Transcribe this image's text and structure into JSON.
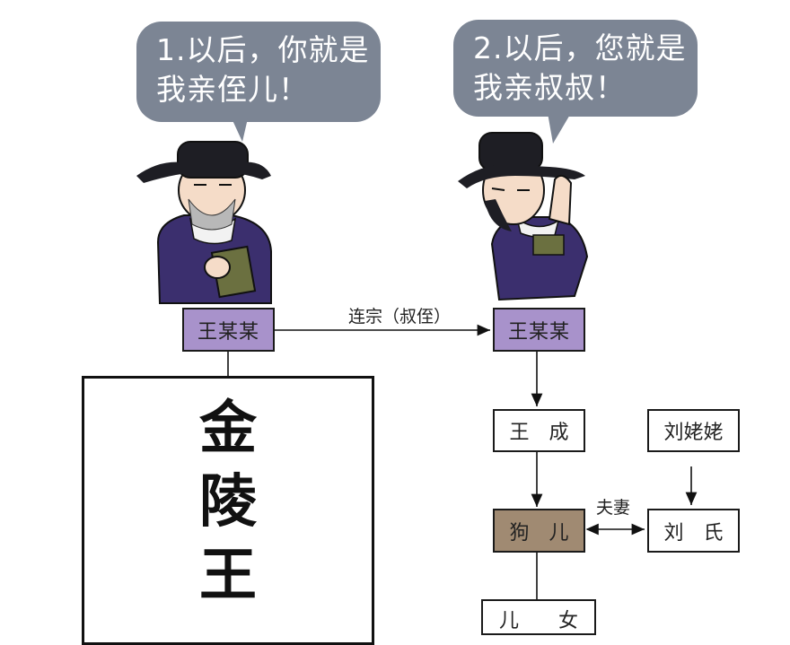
{
  "bubbles": {
    "left": {
      "line1": "1.以后，你就是",
      "line2": "我亲侄儿！"
    },
    "right": {
      "line1": "2.以后，您就是",
      "line2": "我亲叔叔！"
    }
  },
  "nodes": {
    "wang_left": "王某某",
    "wang_right": "王某某",
    "wang_cheng": "王　成",
    "liu_laolao": "刘姥姥",
    "gou_er": "狗　儿",
    "liu_shi": "刘　氏",
    "children": "儿　　女"
  },
  "relations": {
    "lianzong": "连宗（叔侄）",
    "fuqi": "夫妻"
  },
  "panel": {
    "chars": [
      "金",
      "陵",
      "王"
    ]
  },
  "colors": {
    "bubble": "#7c8594",
    "purple_node": "#a892cb",
    "brown_node": "#a08a72",
    "robe": "#3b2f6e"
  }
}
